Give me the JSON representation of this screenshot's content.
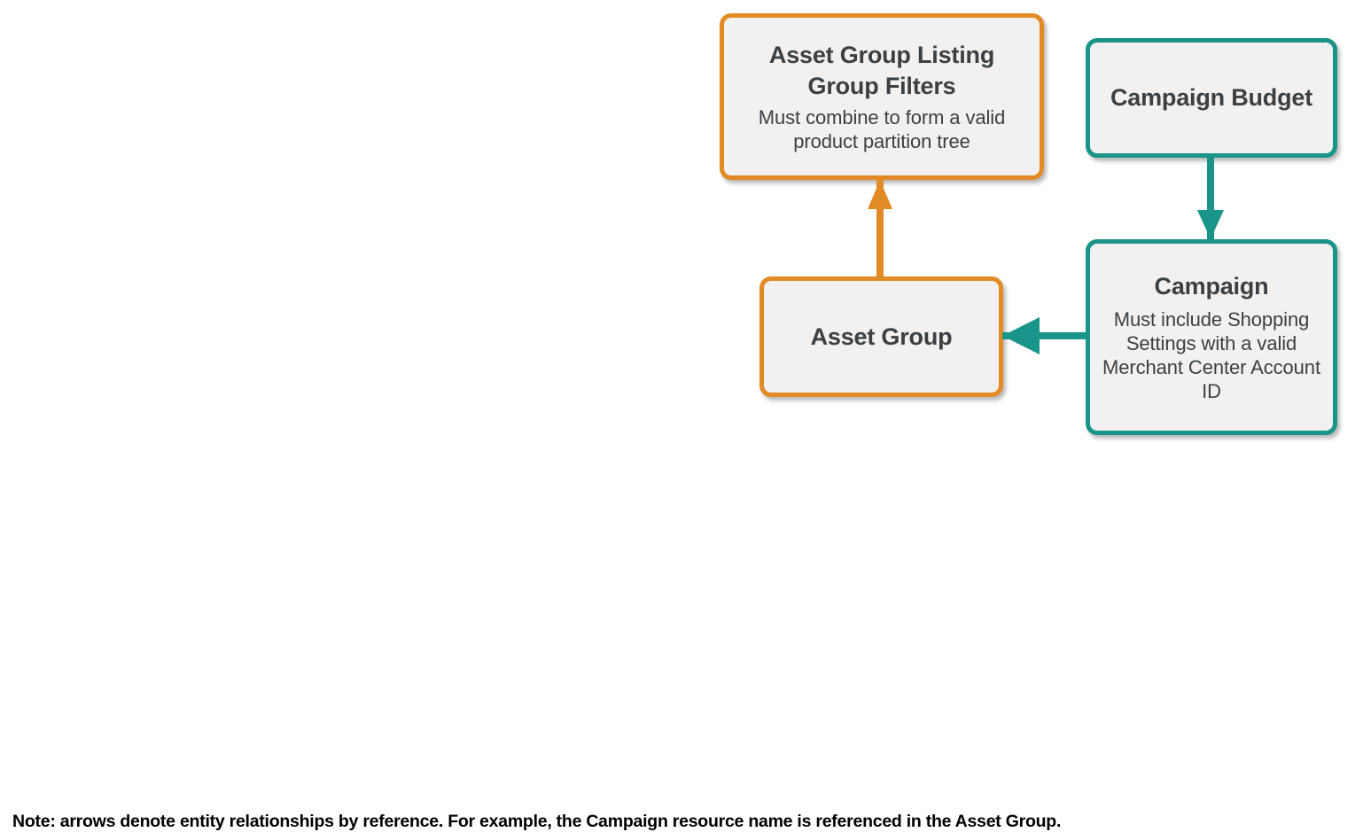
{
  "diagram": {
    "type": "entity-relationship",
    "colors": {
      "orange": "#E28B25",
      "teal": "#199489",
      "node_fill": "#F1F1F1",
      "text": "#3C4043",
      "note_text": "#000000",
      "background": "#FFFFFF"
    },
    "nodes": [
      {
        "id": "asset_group_listing_group_filters",
        "title": "Asset Group Listing Group Filters",
        "description": "Must combine to form a valid product partition tree",
        "color": "orange"
      },
      {
        "id": "campaign_budget",
        "title": "Campaign Budget",
        "description": "",
        "color": "teal"
      },
      {
        "id": "asset_group",
        "title": "Asset Group",
        "description": "",
        "color": "orange"
      },
      {
        "id": "campaign",
        "title": "Campaign",
        "description": "Must include Shopping Settings with a valid Merchant Center Account ID",
        "color": "teal"
      }
    ],
    "edges": [
      {
        "id": "asset_group_to_listing_group_filters",
        "from": "asset_group",
        "to": "asset_group_listing_group_filters",
        "direction": "up",
        "color": "orange"
      },
      {
        "id": "campaign_budget_to_campaign",
        "from": "campaign_budget",
        "to": "campaign",
        "direction": "down",
        "color": "teal"
      },
      {
        "id": "campaign_to_asset_group",
        "from": "campaign",
        "to": "asset_group",
        "direction": "left",
        "color": "teal"
      }
    ],
    "note": "Note: arrows denote entity relationships by reference. For example, the Campaign resource name is referenced in the Asset Group."
  }
}
